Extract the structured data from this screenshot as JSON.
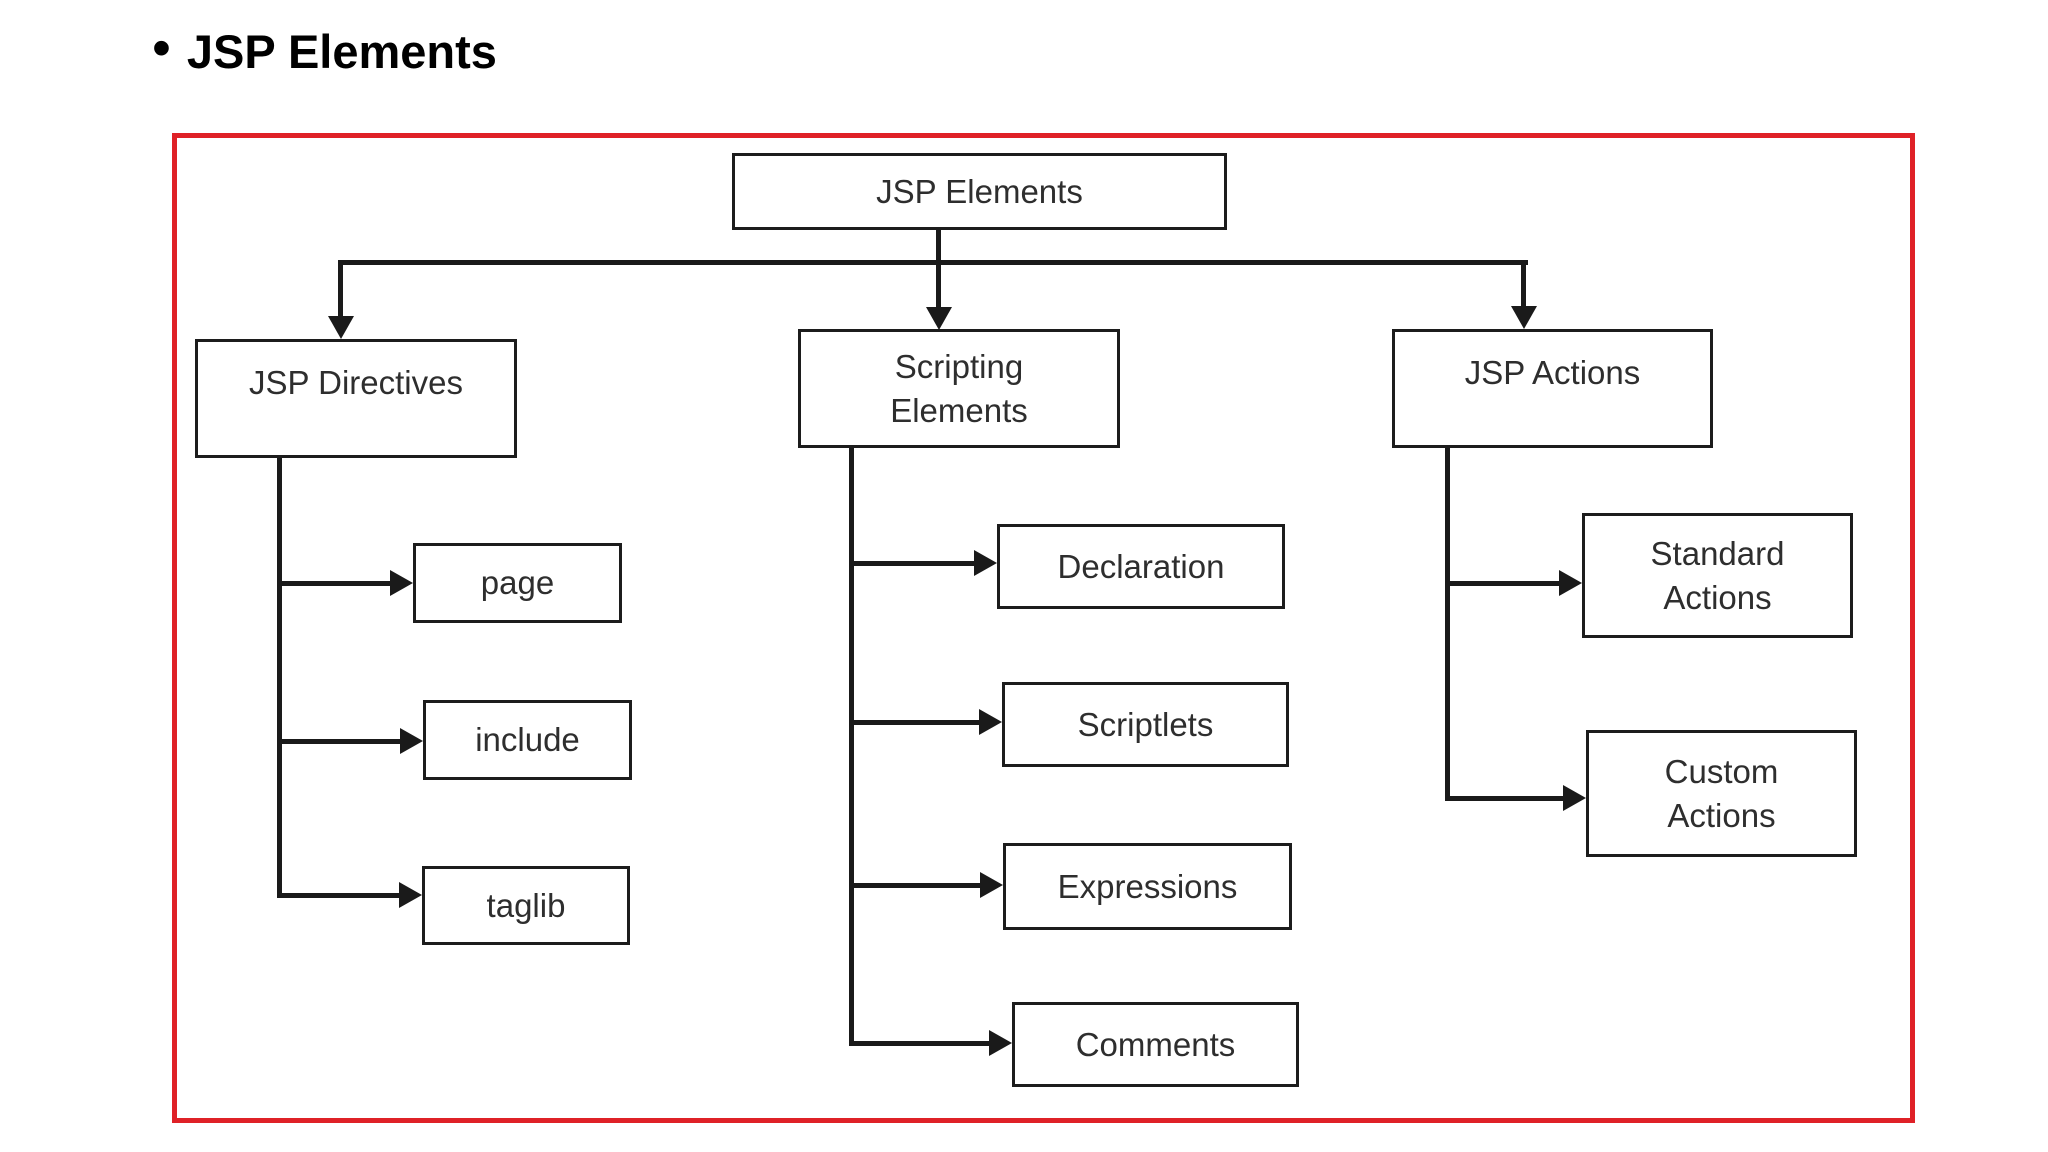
{
  "title": {
    "bullet": "•",
    "text": "JSP Elements"
  },
  "colors": {
    "frame": "#df2127",
    "line": "#1a1a1a",
    "border": "#1c1c1c",
    "text": "#2e2e2e",
    "title": "#000000",
    "bg": "#ffffff"
  },
  "tree": {
    "root": {
      "label": "JSP Elements"
    },
    "branches": [
      {
        "id": "jsp-directives",
        "label": "JSP Directives",
        "children": [
          {
            "label": "page"
          },
          {
            "label": "include"
          },
          {
            "label": "taglib"
          }
        ]
      },
      {
        "id": "scripting-elements",
        "label": "Scripting\nElements",
        "children": [
          {
            "label": "Declaration"
          },
          {
            "label": "Scriptlets"
          },
          {
            "label": "Expressions"
          },
          {
            "label": "Comments"
          }
        ]
      },
      {
        "id": "jsp-actions",
        "label": "JSP Actions",
        "children": [
          {
            "label": "Standard\nActions"
          },
          {
            "label": "Custom\nActions"
          }
        ]
      }
    ]
  }
}
